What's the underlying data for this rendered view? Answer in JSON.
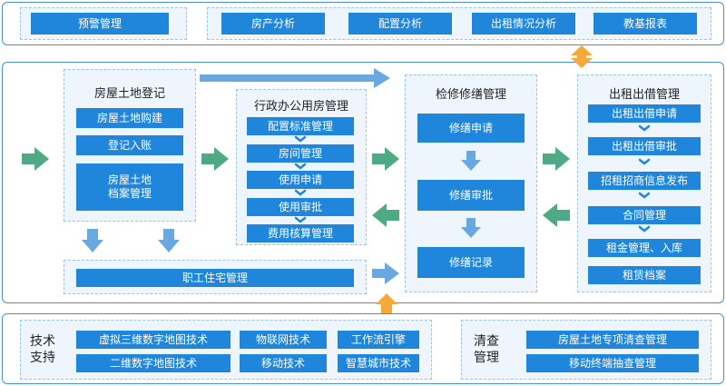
{
  "top_bar": {
    "left": "预警管理",
    "items": [
      "房产分析",
      "配置分析",
      "出租情况分析",
      "教基报表"
    ]
  },
  "registration": {
    "title": "房屋土地登记",
    "items": [
      "房屋土地购建",
      "登记入账",
      "房屋土地\n档案管理"
    ]
  },
  "admin_housing": {
    "title": "行政办公用房管理",
    "items": [
      "配置标准管理",
      "房间管理",
      "使用申请",
      "使用审批",
      "费用核算管理"
    ]
  },
  "staff_housing": "职工住宅管理",
  "repair": {
    "title": "检修修缮管理",
    "items": [
      "修缮申请",
      "修缮审批",
      "修缮记录"
    ]
  },
  "rental": {
    "title": "出租出借管理",
    "items": [
      "出租出借申请",
      "出租出借审批",
      "招租招商信息发布",
      "合同管理",
      "租金管理、入库",
      "租赁档案"
    ]
  },
  "tech_support": {
    "label": "技术\n支持",
    "items": [
      "虚拟三维数字地图技术",
      "物联网技术",
      "工作流引擎",
      "二维数字地图技术",
      "移动技术",
      "智慧城市技术"
    ]
  },
  "audit": {
    "label": "清查\n管理",
    "items": [
      "房屋土地专项清查管理",
      "移动终端抽查管理"
    ]
  },
  "colors": {
    "border": "#4a8fd6",
    "button": "#1f86dc",
    "inner_fill": "#eef5fd",
    "green_arrow": "#4daa84",
    "blue_arrow": "#6aa8e2",
    "orange_arrow": "#f5a93b"
  }
}
